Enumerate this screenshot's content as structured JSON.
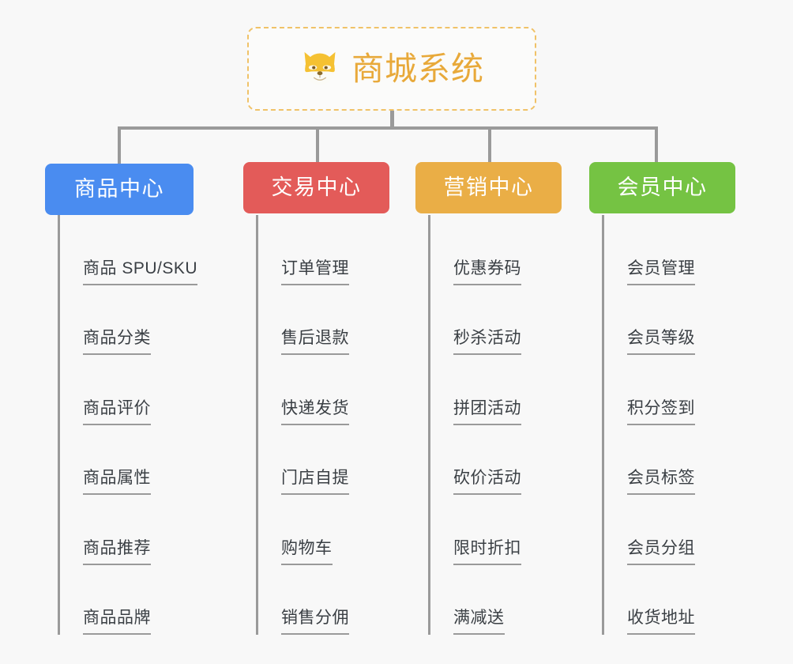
{
  "diagram": {
    "type": "mindmap-tree",
    "background_color": "#f8f8f8",
    "root": {
      "label": "商城系统",
      "icon": "shiba-dog-icon",
      "text_color": "#e8a93a",
      "border_color": "#f0c268",
      "border_style": "dashed"
    },
    "connector_color": "#9a9a9a",
    "branches": [
      {
        "label": "商品中心",
        "color": "#4a8cf0",
        "children": [
          "商品 SPU/SKU",
          "商品分类",
          "商品评价",
          "商品属性",
          "商品推荐",
          "商品品牌"
        ]
      },
      {
        "label": "交易中心",
        "color": "#e35b59",
        "children": [
          "订单管理",
          "售后退款",
          "快递发货",
          "门店自提",
          "购物车",
          "销售分佣"
        ]
      },
      {
        "label": "营销中心",
        "color": "#eaae46",
        "children": [
          "优惠券码",
          "秒杀活动",
          "拼团活动",
          "砍价活动",
          "限时折扣",
          "满减送"
        ]
      },
      {
        "label": "会员中心",
        "color": "#75c343",
        "children": [
          "会员管理",
          "会员等级",
          "积分签到",
          "会员标签",
          "会员分组",
          "收货地址"
        ]
      }
    ]
  }
}
